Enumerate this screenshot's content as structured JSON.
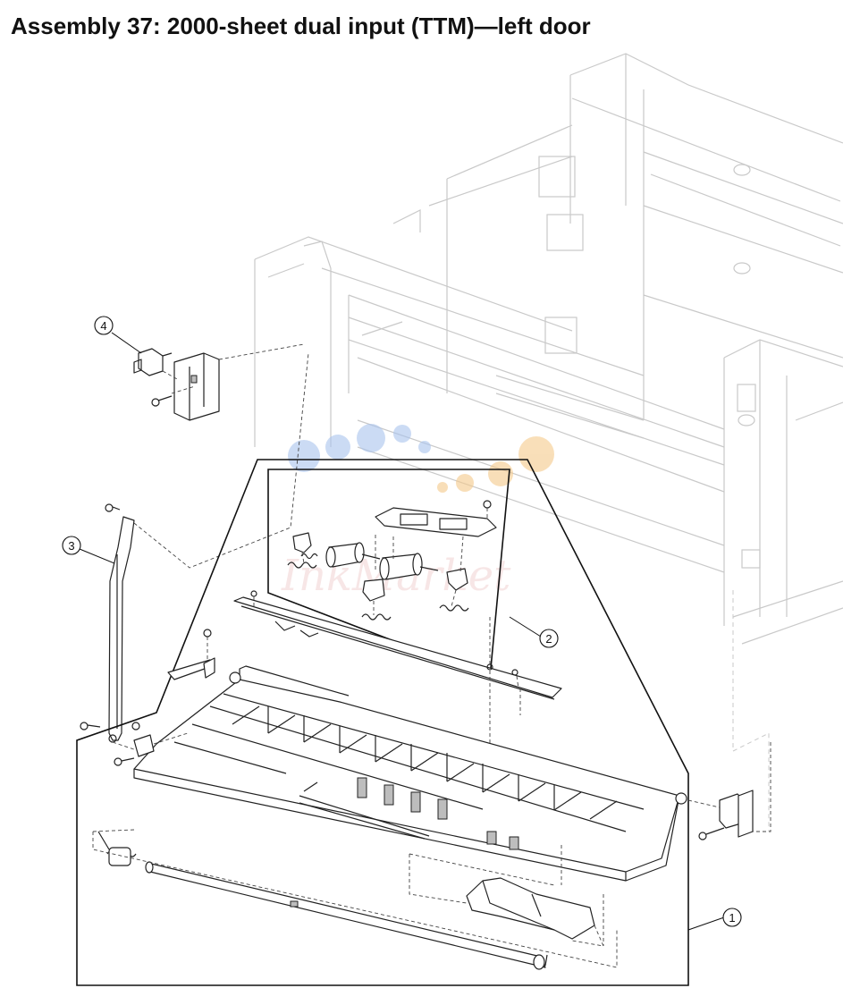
{
  "title": "Assembly 37:  2000-sheet dual input (TTM)—left door",
  "callouts": [
    {
      "number": "4"
    },
    {
      "number": "3"
    },
    {
      "number": "2"
    },
    {
      "number": "1"
    }
  ],
  "watermark": {
    "text": "InkMarket",
    "colors": [
      "#a9c4ee",
      "#f5c98a",
      "#e6a3a3"
    ]
  }
}
